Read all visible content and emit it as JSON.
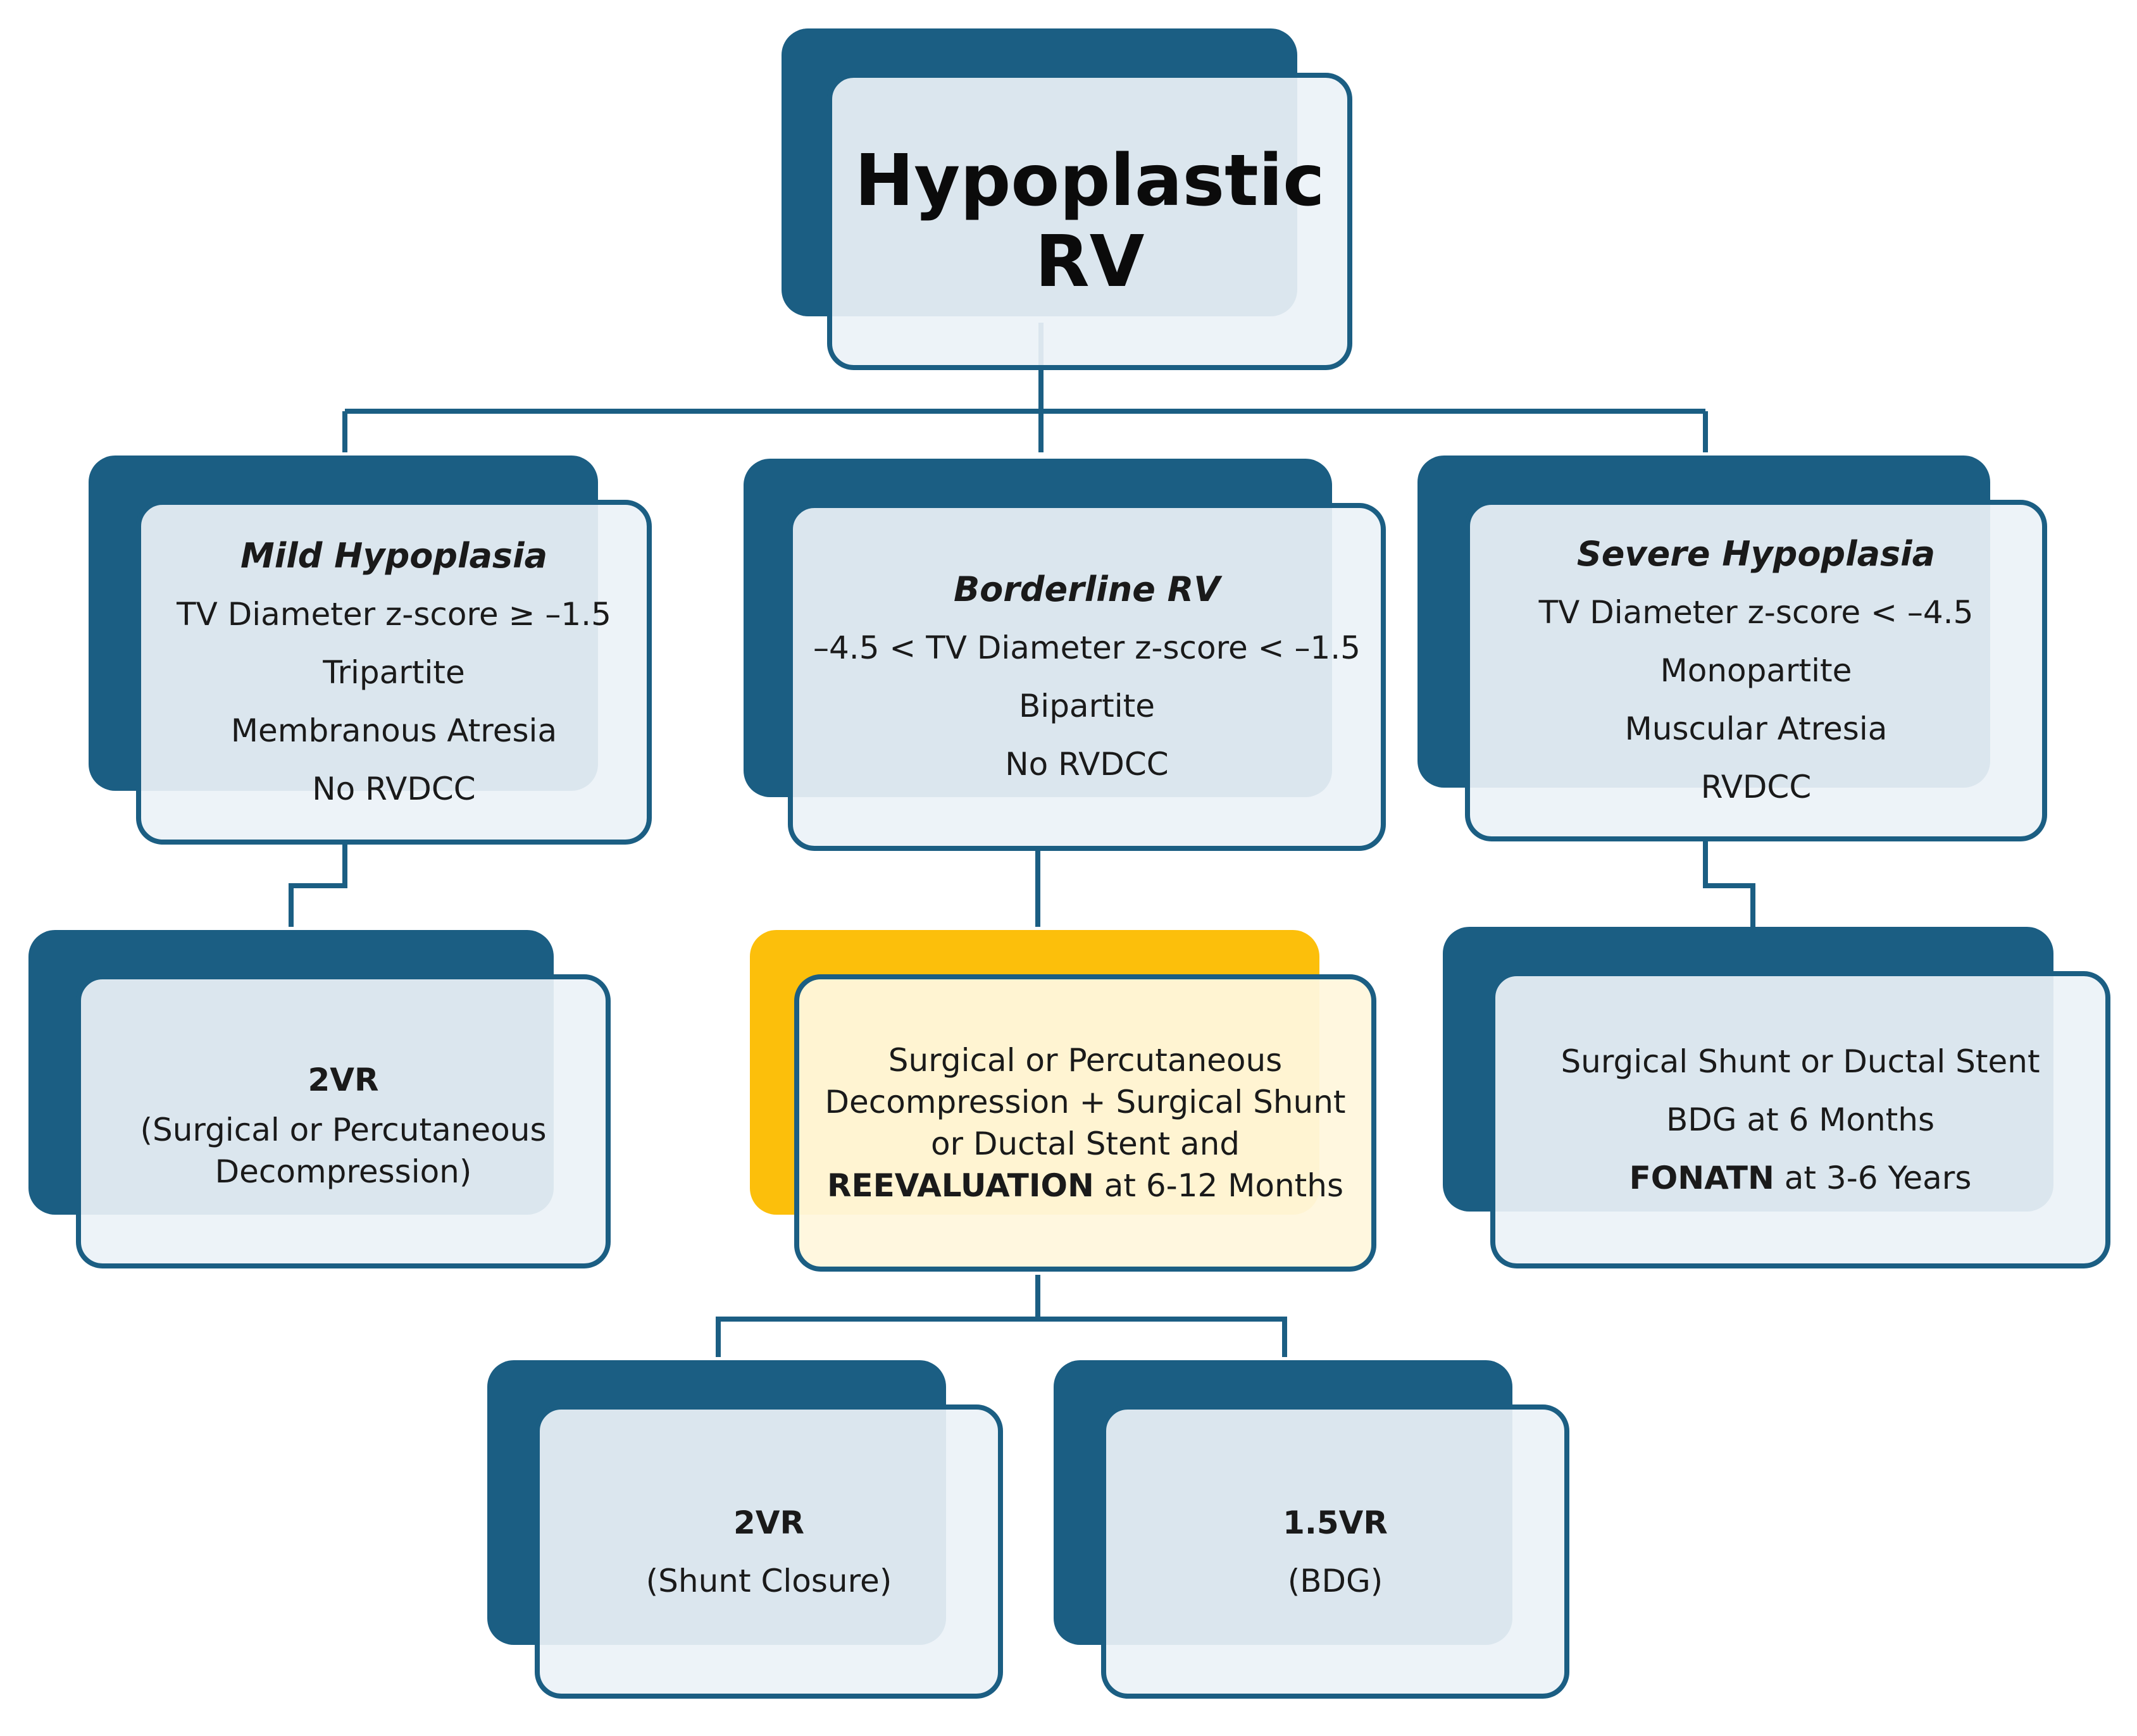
{
  "root": {
    "line1": "Hypoplastic",
    "line2": "RV"
  },
  "categories": [
    {
      "heading": "Mild Hypoplasia",
      "lines": [
        "TV Diameter z-score ≥ –1.5",
        "Tripartite",
        "Membranous Atresia",
        "No RVDCC"
      ]
    },
    {
      "heading": "Borderline RV",
      "lines": [
        "–4.5 < TV Diameter z-score < –1.5",
        "Bipartite",
        "No RVDCC"
      ]
    },
    {
      "heading": "Severe Hypoplasia",
      "lines": [
        "TV Diameter z-score < –4.5",
        "Monopartite",
        "Muscular Atresia",
        "RVDCC"
      ]
    }
  ],
  "mild_outcome": {
    "title": "2VR",
    "line1": "(Surgical or Percutaneous",
    "line2": "Decompression)"
  },
  "borderline_outcome": {
    "line1": "Surgical or Percutaneous",
    "line2": "Decompression + Surgical Shunt",
    "line3": "or Ductal Stent and",
    "line4_bold": "REEVALUATION",
    "line4_rest": " at 6-12 Months"
  },
  "severe_outcome": {
    "line1": "Surgical Shunt or Ductal Stent",
    "line2": "BDG at 6 Months",
    "line3_bold": "FONATN",
    "line3_rest": " at 3-6 Years"
  },
  "reevaluation_outcomes": [
    {
      "title": "2VR",
      "subtitle": "(Shunt Closure)"
    },
    {
      "title": "1.5VR",
      "subtitle": "(BDG)"
    }
  ],
  "colors": {
    "primary": "#1b5e83",
    "highlight": "#fcbf0b",
    "box_fill": "#ecf2f7"
  }
}
